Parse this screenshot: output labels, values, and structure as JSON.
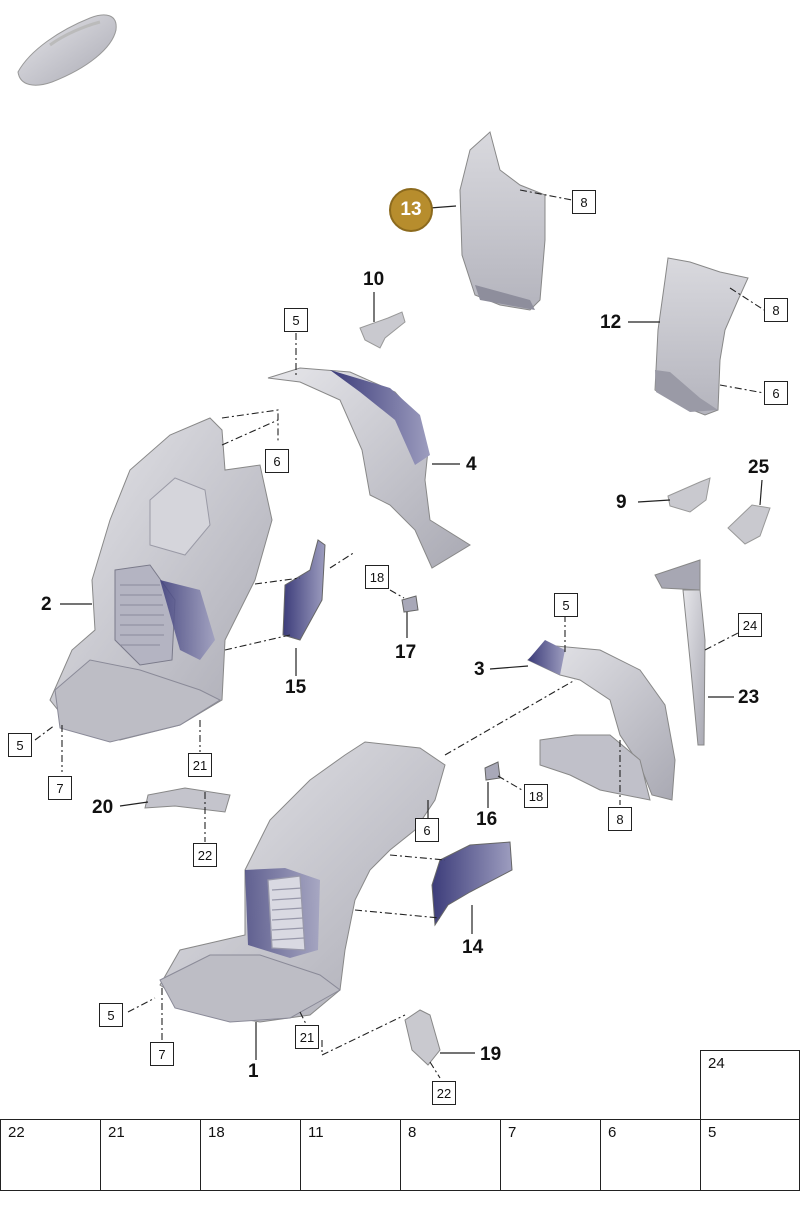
{
  "callouts": {
    "c1": "1",
    "c2": "2",
    "c3": "3",
    "c4": "4",
    "c9": "9",
    "c10": "10",
    "c12": "12",
    "c13": "13",
    "c14": "14",
    "c15": "15",
    "c16": "16",
    "c17": "17",
    "c19": "19",
    "c20": "20",
    "c23": "23",
    "c25": "25"
  },
  "boxes": {
    "b5a": "5",
    "b5b": "5",
    "b5c": "5",
    "b5d": "5",
    "b6a": "6",
    "b6b": "6",
    "b6c": "6",
    "b7a": "7",
    "b7b": "7",
    "b8a": "8",
    "b8b": "8",
    "b8c": "8",
    "b16_18": "18",
    "b17_18": "18",
    "b21a": "21",
    "b21b": "21",
    "b22a": "22",
    "b22b": "22",
    "b24": "24"
  },
  "hardware": {
    "top": [
      {
        "label": "24"
      }
    ],
    "row": [
      {
        "label": "22"
      },
      {
        "label": "21"
      },
      {
        "label": "18"
      },
      {
        "label": "11"
      },
      {
        "label": "8"
      },
      {
        "label": "7"
      },
      {
        "label": "6"
      },
      {
        "label": "5"
      }
    ]
  },
  "colors": {
    "highlight_badge": "#b78d2d",
    "part_fill": "#c9c9cf",
    "part_shadow": "#4a4a8a"
  }
}
